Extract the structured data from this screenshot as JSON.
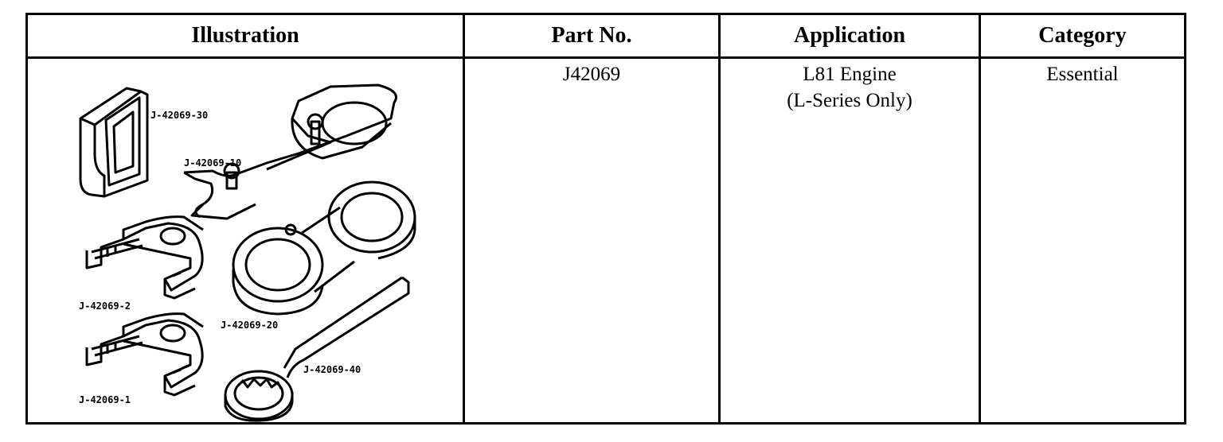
{
  "table": {
    "headers": {
      "illustration": "Illustration",
      "part_no": "Part No.",
      "application": "Application",
      "category": "Category"
    },
    "row": {
      "part_no": "J42069",
      "application_line1": "L81 Engine",
      "application_line2": "(L-Series Only)",
      "category": "Essential"
    },
    "illustration_labels": {
      "tool30": "J-42069-30",
      "tool10": "J-42069-10",
      "tool2": "J-42069-2",
      "tool20": "J-42069-20",
      "tool1": "J-42069-1",
      "tool40": "J-42069-40"
    }
  }
}
